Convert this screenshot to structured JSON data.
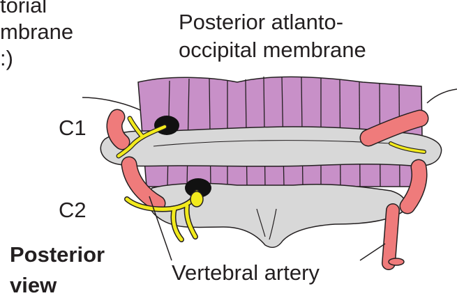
{
  "labels": {
    "cropped_line1": "torial",
    "cropped_line2": "mbrane",
    "cropped_line3": ":)",
    "membrane_line1": "Posterior atlanto-",
    "membrane_line2": "occipital membrane",
    "c1": "C1",
    "c2": "C2",
    "view_line1": "Posterior",
    "view_line2": "view",
    "artery": "Vertebral artery"
  },
  "colors": {
    "membrane": "#c890c8",
    "bone": "#d8d8d8",
    "artery": "#ef7b7b",
    "nerve": "#f2ea1d",
    "outline": "#231f20"
  }
}
